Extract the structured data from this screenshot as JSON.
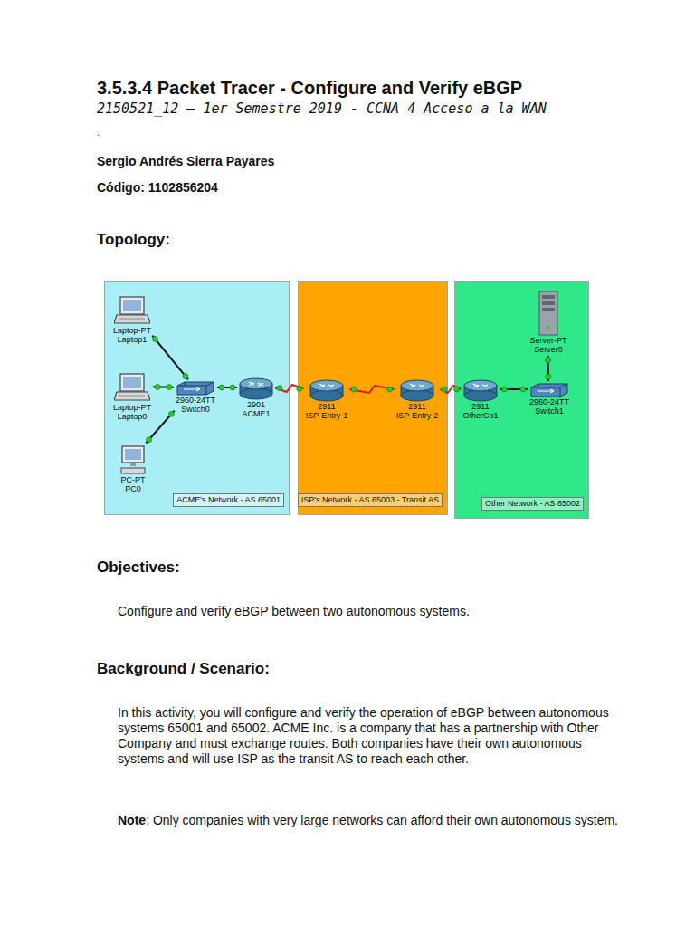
{
  "diagram": {
    "title": "3.5.3.4 Packet Tracer - Configure and Verify eBGP",
    "nodes": [
      {
        "text": [
          "ACME's Network - AS 65001"
        ]
      },
      {
        "text": [
          "Laptop-PT",
          "Laptop1"
        ],
        "in": 0
      },
      {
        "text": [
          "Laptop-PT",
          "Laptop0"
        ],
        "in": 0
      },
      {
        "text": [
          "PC-PT",
          "PC0"
        ],
        "in": 0
      },
      {
        "text": [
          "2960-24TT",
          "Switch0"
        ],
        "in": 0
      },
      {
        "text": [
          "2901",
          "ACME1"
        ],
        "in": 0
      },
      {
        "text": [
          "ISP's Network - AS 65003 - Transit AS"
        ]
      },
      {
        "text": [
          "2911",
          "ISP-Entry-1"
        ],
        "in": 6
      },
      {
        "text": [
          "2911",
          "ISP-Entry-2"
        ],
        "in": 6
      },
      {
        "text": [
          "Other Network - AS 65002"
        ]
      },
      {
        "text": [
          "2911",
          "OtherCo1"
        ],
        "in": 9
      },
      {
        "text": [
          "2960-24TT",
          "Switch1"
        ],
        "in": 9
      },
      {
        "text": [
          "Server-PT",
          "Server0"
        ],
        "in": 9
      }
    ],
    "edges": [
      {
        "from": 1,
        "to": 4,
        "arrow": "none"
      },
      {
        "from": 2,
        "to": 4,
        "arrow": "none"
      },
      {
        "from": 3,
        "to": 4,
        "arrow": "none"
      },
      {
        "from": 4,
        "to": 5,
        "arrow": "none"
      },
      {
        "from": 5,
        "to": 7,
        "arrow": "none"
      },
      {
        "from": 7,
        "to": 8,
        "arrow": "none"
      },
      {
        "from": 8,
        "to": 10,
        "arrow": "none"
      },
      {
        "from": 10,
        "to": 11,
        "arrow": "none"
      },
      {
        "from": 11,
        "to": 12,
        "arrow": "none"
      }
    ],
    "labels": [
      "2150521_12 – 1er Semestre 2019 - CCNA 4 Acceso a la WAN",
      ".",
      "Sergio Andrés Sierra Payares",
      "Código: 1102856204",
      "Topology:",
      "Objectives:",
      "Configure and verify eBGP between two autonomous systems.",
      "Background / Scenario:",
      "In this activity, you will configure and verify the operation of eBGP between autonomous systems 65001 and 65002. ACME Inc. is a company that has a partnership with Other Company and must exchange routes. Both companies have their own autonomous systems and will use ISP as the transit AS to reach each other.",
      "Note",
      ": Only companies with very large networks can afford their own autonomous system."
    ]
  }
}
